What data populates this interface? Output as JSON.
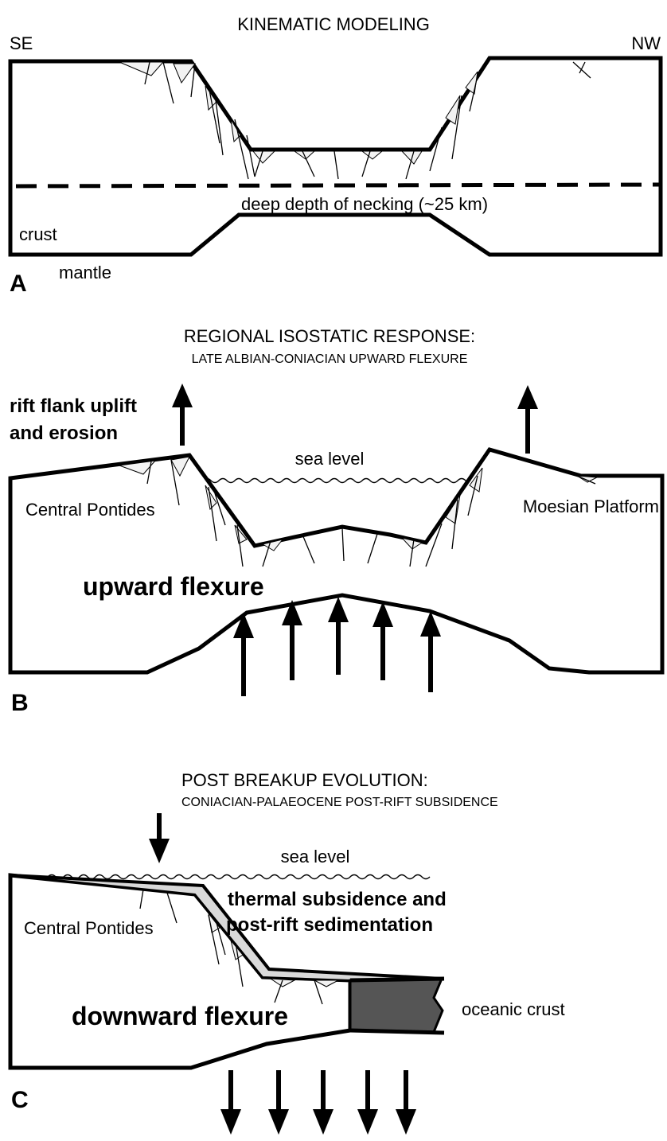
{
  "panel_a": {
    "title": "KINEMATIC MODELING",
    "left_direction": "SE",
    "right_direction": "NW",
    "necking_label": "deep depth of necking (~25 km)",
    "crust_label": "crust",
    "mantle_label": "mantle",
    "panel_letter": "A"
  },
  "panel_b": {
    "title": "REGIONAL ISOSTATIC RESPONSE:",
    "subtitle": "LATE ALBIAN-CONIACIAN UPWARD FLEXURE",
    "uplift_label_line1": "rift flank uplift",
    "uplift_label_line2": "and erosion",
    "sea_level_label": "sea level",
    "left_block_label": "Central Pontides",
    "right_block_label": "Moesian Platform",
    "flexure_label": "upward flexure",
    "panel_letter": "B"
  },
  "panel_c": {
    "title": "POST BREAKUP EVOLUTION:",
    "subtitle": "CONIACIAN-PALAEOCENE POST-RIFT SUBSIDENCE",
    "sea_level_label": "sea level",
    "left_block_label": "Central Pontides",
    "subsidence_label_line1": "thermal subsidence and",
    "subsidence_label_line2": "post-rift sedimentation",
    "flexure_label": "downward flexure",
    "oceanic_label": "oceanic crust",
    "panel_letter": "C"
  },
  "colors": {
    "line": "#000000",
    "background": "#ffffff",
    "oceanic_crust": "#555555",
    "post_rift_sediment": "#d9d9d9"
  }
}
